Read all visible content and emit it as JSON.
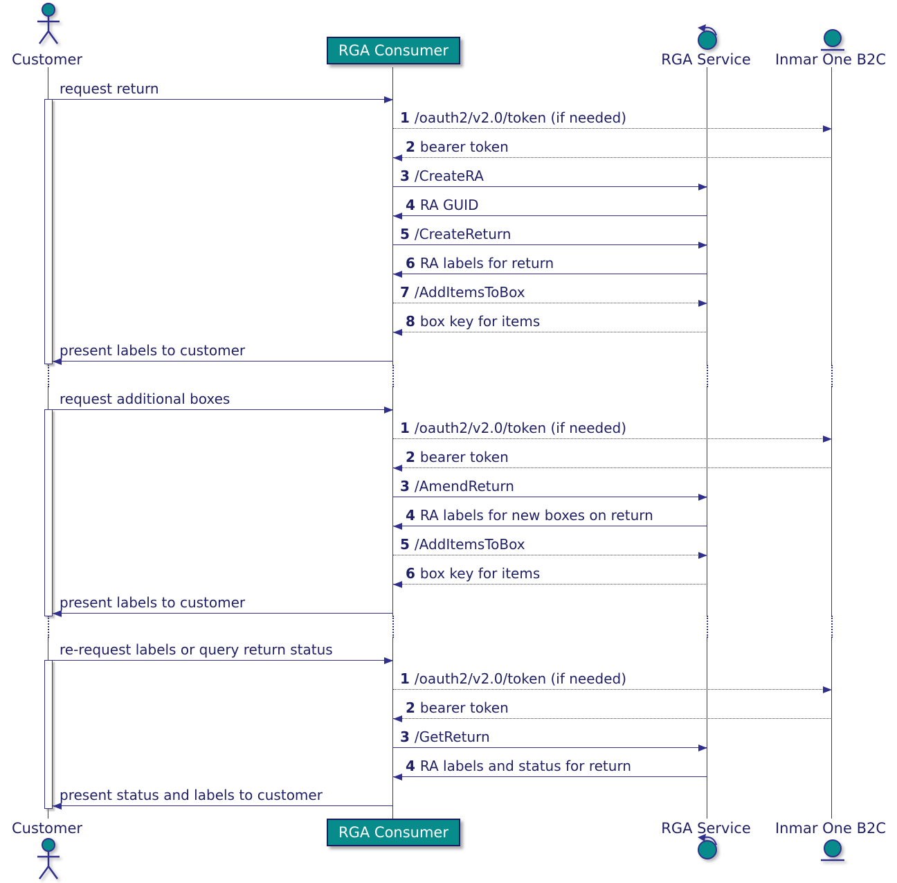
{
  "colors": {
    "teal_fill": "#078B8B",
    "navy_line": "#30308C",
    "navy_text": "#1F1F63",
    "white_text": "#FFFFFF"
  },
  "participants": [
    {
      "id": "customer",
      "name": "Customer",
      "kind": "actor"
    },
    {
      "id": "rga-consumer",
      "name": "RGA Consumer",
      "kind": "box"
    },
    {
      "id": "rga-service",
      "name": "RGA Service",
      "kind": "control"
    },
    {
      "id": "inmar-one-b2c",
      "name": "Inmar One B2C",
      "kind": "entity"
    }
  ],
  "blocks": [
    {
      "trigger": {
        "text": "request return",
        "from": "customer",
        "to": "rga-consumer"
      },
      "messages": [
        {
          "num": "1",
          "text": "/oauth2/v2.0/token (if needed)",
          "from": "rga-consumer",
          "to": "inmar-one-b2c",
          "line": "dotted"
        },
        {
          "num": "2",
          "text": "bearer token",
          "from": "inmar-one-b2c",
          "to": "rga-consumer",
          "line": "dotted"
        },
        {
          "num": "3",
          "text": "/CreateRA",
          "from": "rga-consumer",
          "to": "rga-service",
          "line": "solid"
        },
        {
          "num": "4",
          "text": "RA GUID",
          "from": "rga-service",
          "to": "rga-consumer",
          "line": "solid"
        },
        {
          "num": "5",
          "text": "/CreateReturn",
          "from": "rga-consumer",
          "to": "rga-service",
          "line": "solid"
        },
        {
          "num": "6",
          "text": "RA labels for return",
          "from": "rga-service",
          "to": "rga-consumer",
          "line": "solid"
        },
        {
          "num": "7",
          "text": "/AddItemsToBox",
          "from": "rga-consumer",
          "to": "rga-service",
          "line": "dotted"
        },
        {
          "num": "8",
          "text": "box key for items",
          "from": "rga-service",
          "to": "rga-consumer",
          "line": "dotted"
        }
      ],
      "response": {
        "text": "present labels to customer",
        "from": "rga-consumer",
        "to": "customer"
      }
    },
    {
      "trigger": {
        "text": "request additional boxes",
        "from": "customer",
        "to": "rga-consumer"
      },
      "messages": [
        {
          "num": "1",
          "text": "/oauth2/v2.0/token (if needed)",
          "from": "rga-consumer",
          "to": "inmar-one-b2c",
          "line": "dotted"
        },
        {
          "num": "2",
          "text": "bearer token",
          "from": "inmar-one-b2c",
          "to": "rga-consumer",
          "line": "dotted"
        },
        {
          "num": "3",
          "text": "/AmendReturn",
          "from": "rga-consumer",
          "to": "rga-service",
          "line": "solid"
        },
        {
          "num": "4",
          "text": "RA labels for new boxes on return",
          "from": "rga-service",
          "to": "rga-consumer",
          "line": "solid"
        },
        {
          "num": "5",
          "text": "/AddItemsToBox",
          "from": "rga-consumer",
          "to": "rga-service",
          "line": "dotted"
        },
        {
          "num": "6",
          "text": "box key for items",
          "from": "rga-service",
          "to": "rga-consumer",
          "line": "dotted"
        }
      ],
      "response": {
        "text": "present labels to customer",
        "from": "rga-consumer",
        "to": "customer"
      }
    },
    {
      "trigger": {
        "text": "re-request labels or query return status",
        "from": "customer",
        "to": "rga-consumer"
      },
      "messages": [
        {
          "num": "1",
          "text": "/oauth2/v2.0/token (if needed)",
          "from": "rga-consumer",
          "to": "inmar-one-b2c",
          "line": "dotted"
        },
        {
          "num": "2",
          "text": "bearer token",
          "from": "inmar-one-b2c",
          "to": "rga-consumer",
          "line": "dotted"
        },
        {
          "num": "3",
          "text": "/GetReturn",
          "from": "rga-consumer",
          "to": "rga-service",
          "line": "solid"
        },
        {
          "num": "4",
          "text": "RA labels and status for return",
          "from": "rga-service",
          "to": "rga-consumer",
          "line": "solid"
        }
      ],
      "response": {
        "text": "present status and labels to customer",
        "from": "rga-consumer",
        "to": "customer"
      }
    }
  ]
}
